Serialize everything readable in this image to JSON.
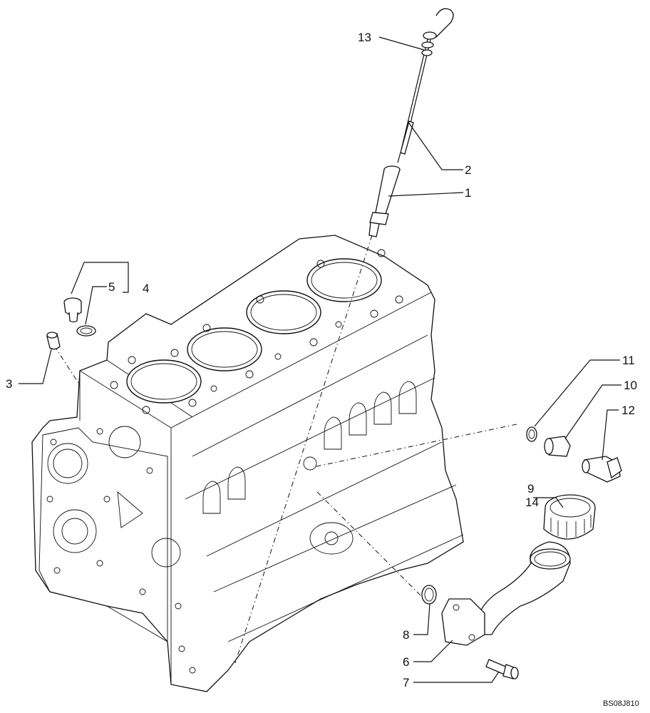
{
  "diagram": {
    "reference_code": "BS08J810",
    "callouts": [
      {
        "id": "c13",
        "label": "13"
      },
      {
        "id": "c2",
        "label": "2"
      },
      {
        "id": "c1",
        "label": "1"
      },
      {
        "id": "c4",
        "label": "4"
      },
      {
        "id": "c5",
        "label": "5"
      },
      {
        "id": "c3",
        "label": "3"
      },
      {
        "id": "c11",
        "label": "11"
      },
      {
        "id": "c10",
        "label": "10"
      },
      {
        "id": "c12",
        "label": "12"
      },
      {
        "id": "c9",
        "label": "9"
      },
      {
        "id": "c14",
        "label": "14"
      },
      {
        "id": "c8",
        "label": "8"
      },
      {
        "id": "c6",
        "label": "6"
      },
      {
        "id": "c7",
        "label": "7"
      }
    ]
  }
}
